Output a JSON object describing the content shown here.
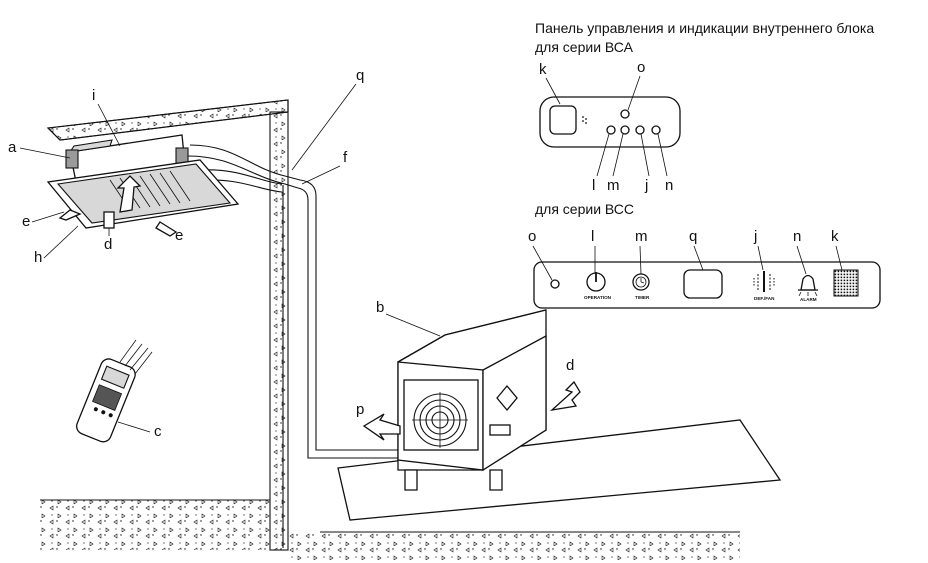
{
  "panel": {
    "title": "Панель управления и индикации внутреннего блока",
    "bca_caption": "для серии ВСА",
    "bcc_caption": "для серии ВСС",
    "bcc_button_labels": {
      "operation": "OPERATION",
      "timer": "TIMER",
      "def_fan": "DEF./FAN",
      "alarm": "ALARM"
    }
  },
  "labels": {
    "a": "a",
    "b": "b",
    "c": "c",
    "d_indoor": "d",
    "d_outdoor": "d",
    "e_left": "e",
    "e_right": "e",
    "f": "f",
    "h": "h",
    "i": "i",
    "p": "p",
    "q": "q",
    "bca": {
      "k": "k",
      "o": "o",
      "l": "l",
      "m": "m",
      "j": "j",
      "n": "n"
    },
    "bcc": {
      "o": "o",
      "l": "l",
      "m": "m",
      "q": "q",
      "j": "j",
      "n": "n",
      "k": "k"
    }
  }
}
